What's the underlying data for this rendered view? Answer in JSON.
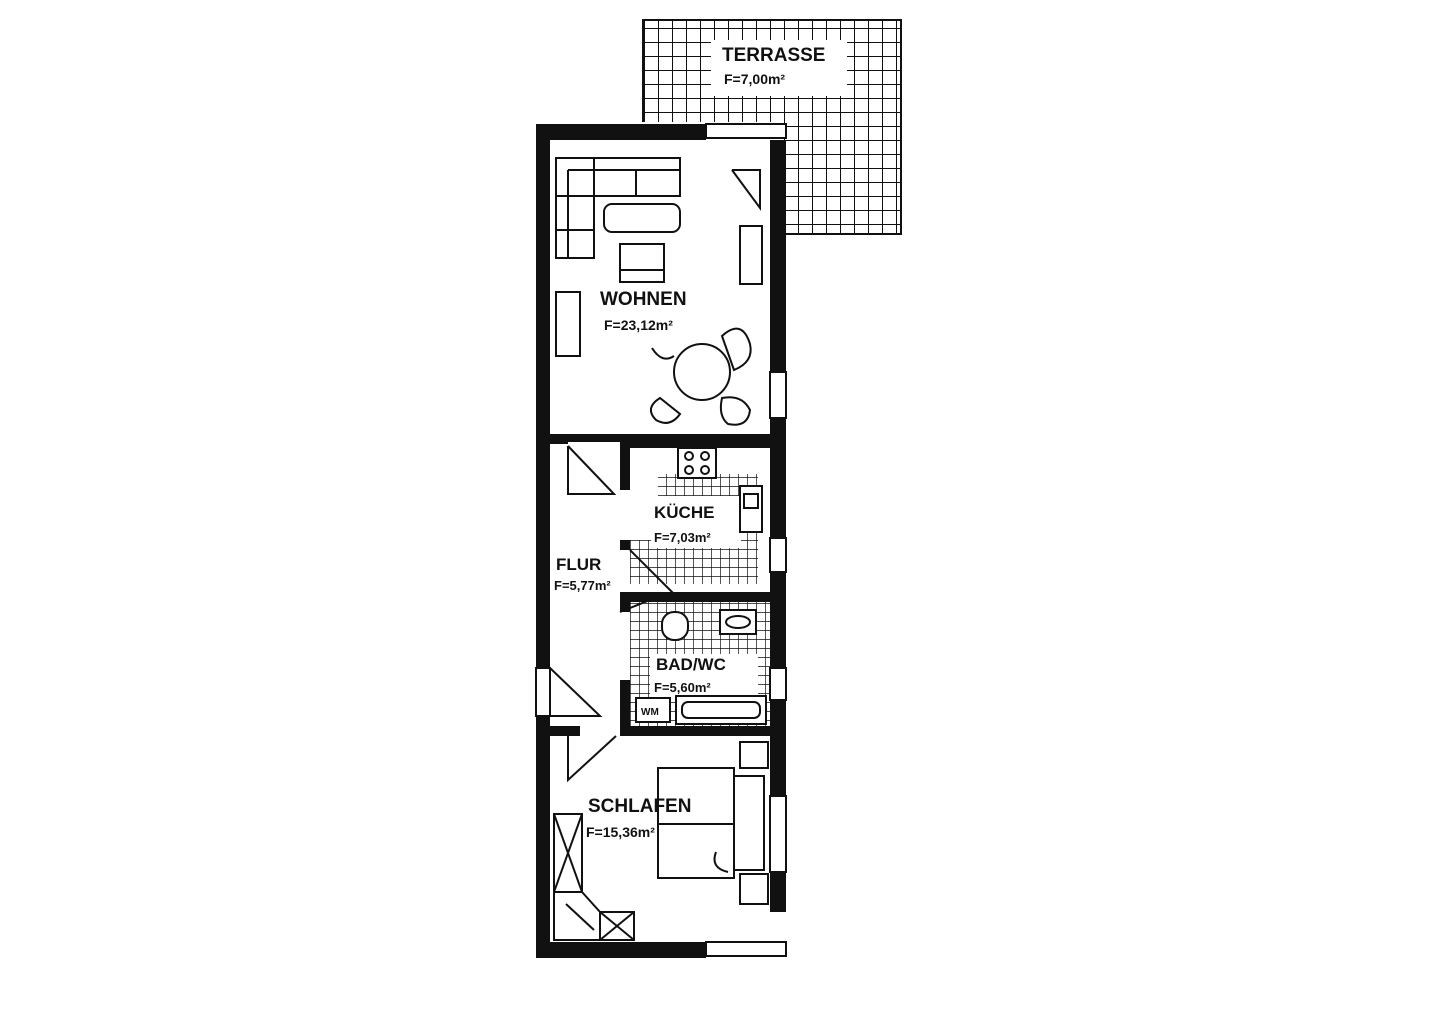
{
  "rooms": {
    "terrasse": {
      "name": "TERRASSE",
      "area": "F=7,00m²"
    },
    "wohnen": {
      "name": "WOHNEN",
      "area": "F=23,12m²"
    },
    "kueche": {
      "name": "KÜCHE",
      "area": "F=7,03m²"
    },
    "flur": {
      "name": "FLUR",
      "area": "F=5,77m²"
    },
    "bad": {
      "name": "BAD/WC",
      "area": "F=5,60m²"
    },
    "schlafen": {
      "name": "SCHLAFEN",
      "area": "F=15,36m²"
    }
  },
  "fixtures": {
    "washing_machine": "WM"
  },
  "colors": {
    "ink": "#111111",
    "background": "#ffffff"
  }
}
